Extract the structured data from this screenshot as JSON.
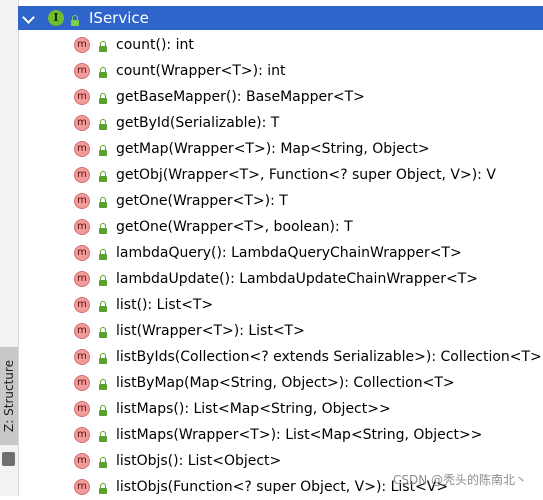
{
  "sidebar": {
    "tab_label": "Z: Structure"
  },
  "tree": {
    "root": {
      "type_badge": "I",
      "label": "IService"
    },
    "method_badge": "m",
    "methods": [
      "count(): int",
      "count(Wrapper<T>): int",
      "getBaseMapper(): BaseMapper<T>",
      "getById(Serializable): T",
      "getMap(Wrapper<T>): Map<String, Object>",
      "getObj(Wrapper<T>, Function<? super Object, V>): V",
      "getOne(Wrapper<T>): T",
      "getOne(Wrapper<T>, boolean): T",
      "lambdaQuery(): LambdaQueryChainWrapper<T>",
      "lambdaUpdate(): LambdaUpdateChainWrapper<T>",
      "list(): List<T>",
      "list(Wrapper<T>): List<T>",
      "listByIds(Collection<? extends Serializable>): Collection<T>",
      "listByMap(Map<String, Object>): Collection<T>",
      "listMaps(): List<Map<String, Object>>",
      "listMaps(Wrapper<T>): List<Map<String, Object>>",
      "listObjs(): List<Object>",
      "listObjs(Function<? super Object, V>): List<V>"
    ]
  },
  "watermark": "CSDN @秃头的陈南北丶",
  "colors": {
    "selection": "#2f65ca",
    "method_icon": "#f19b9b",
    "interface_icon": "#6fbd2e",
    "lock_icon": "#5aa02c"
  }
}
